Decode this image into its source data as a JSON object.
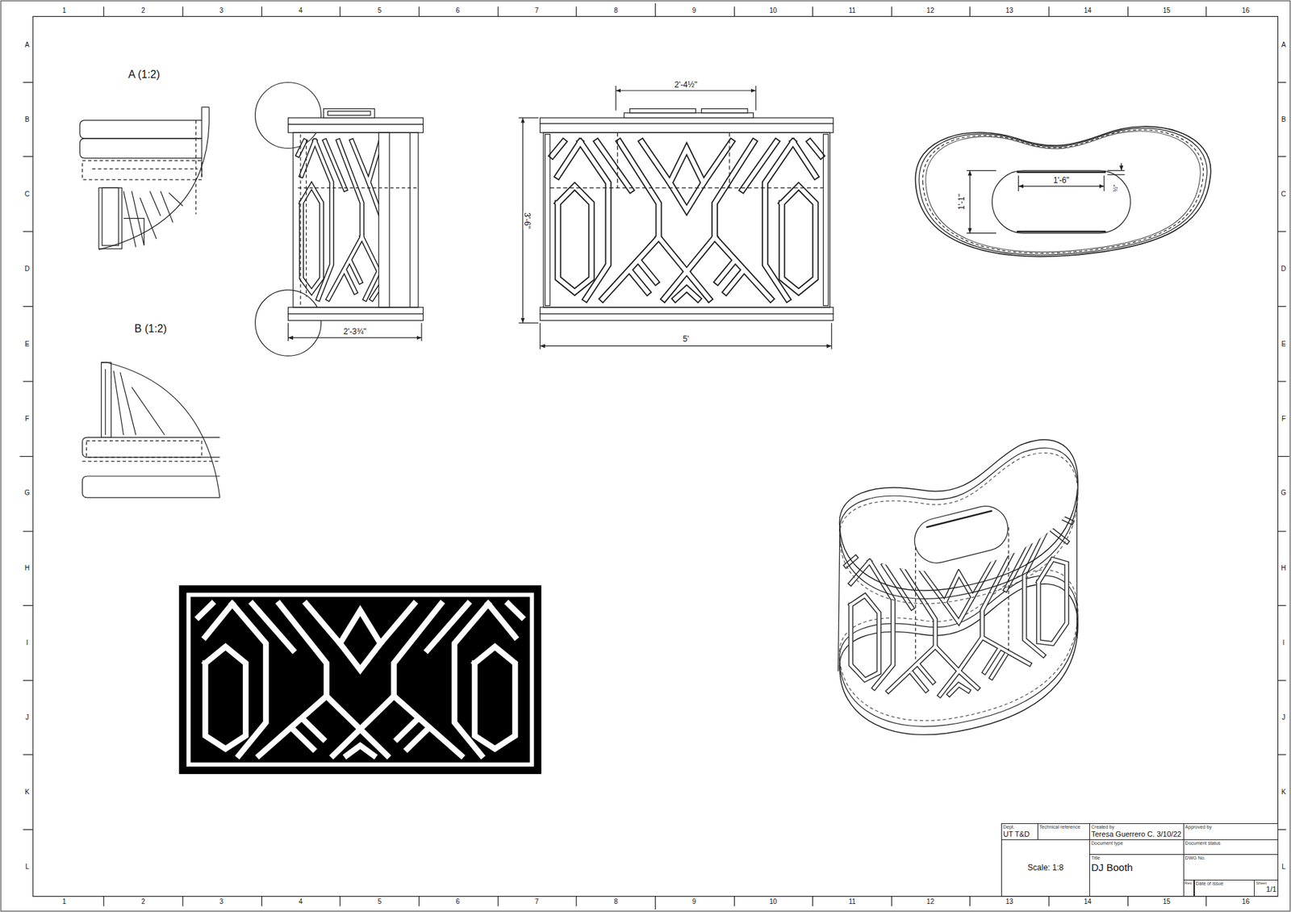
{
  "diagram": {
    "nodes": [
      {
        "text": [
          "Dept.",
          "UT T&D"
        ]
      },
      {
        "text": [
          "Technical reference"
        ]
      },
      {
        "text": [
          "Created by",
          "Teresa Guerrero C. 3/10/22"
        ]
      },
      {
        "text": [
          "Approved by"
        ]
      },
      {
        "text": [
          "Scale: 1:8"
        ]
      },
      {
        "text": [
          "Document type"
        ]
      },
      {
        "text": [
          "Document status"
        ]
      },
      {
        "text": [
          "Title",
          "DJ Booth"
        ]
      },
      {
        "text": [
          "DWG No."
        ]
      },
      {
        "text": [
          "Rev."
        ]
      },
      {
        "text": [
          "Date of issue"
        ]
      },
      {
        "text": [
          "Sheet",
          "1/1"
        ]
      }
    ],
    "labels": [
      "1",
      "2",
      "3",
      "4",
      "5",
      "6",
      "7",
      "8",
      "9",
      "10",
      "11",
      "12",
      "13",
      "14",
      "15",
      "16",
      "A",
      "B",
      "C",
      "D",
      "E",
      "F",
      "G",
      "H",
      "I",
      "J",
      "K",
      "L",
      "A",
      "B",
      "C",
      "D",
      "E",
      "F",
      "G",
      "H",
      "I",
      "J",
      "K",
      "L",
      "1",
      "2",
      "3",
      "4",
      "5",
      "6",
      "7",
      "8",
      "9",
      "10",
      "11",
      "12",
      "13",
      "14",
      "15",
      "16",
      "A (1:2)",
      "2'-4½\"",
      "1'-6\"",
      "½\"",
      "1'-1\"",
      "3'-6\"",
      "B (1:2)",
      "2'-3¾\"",
      "5'"
    ]
  }
}
